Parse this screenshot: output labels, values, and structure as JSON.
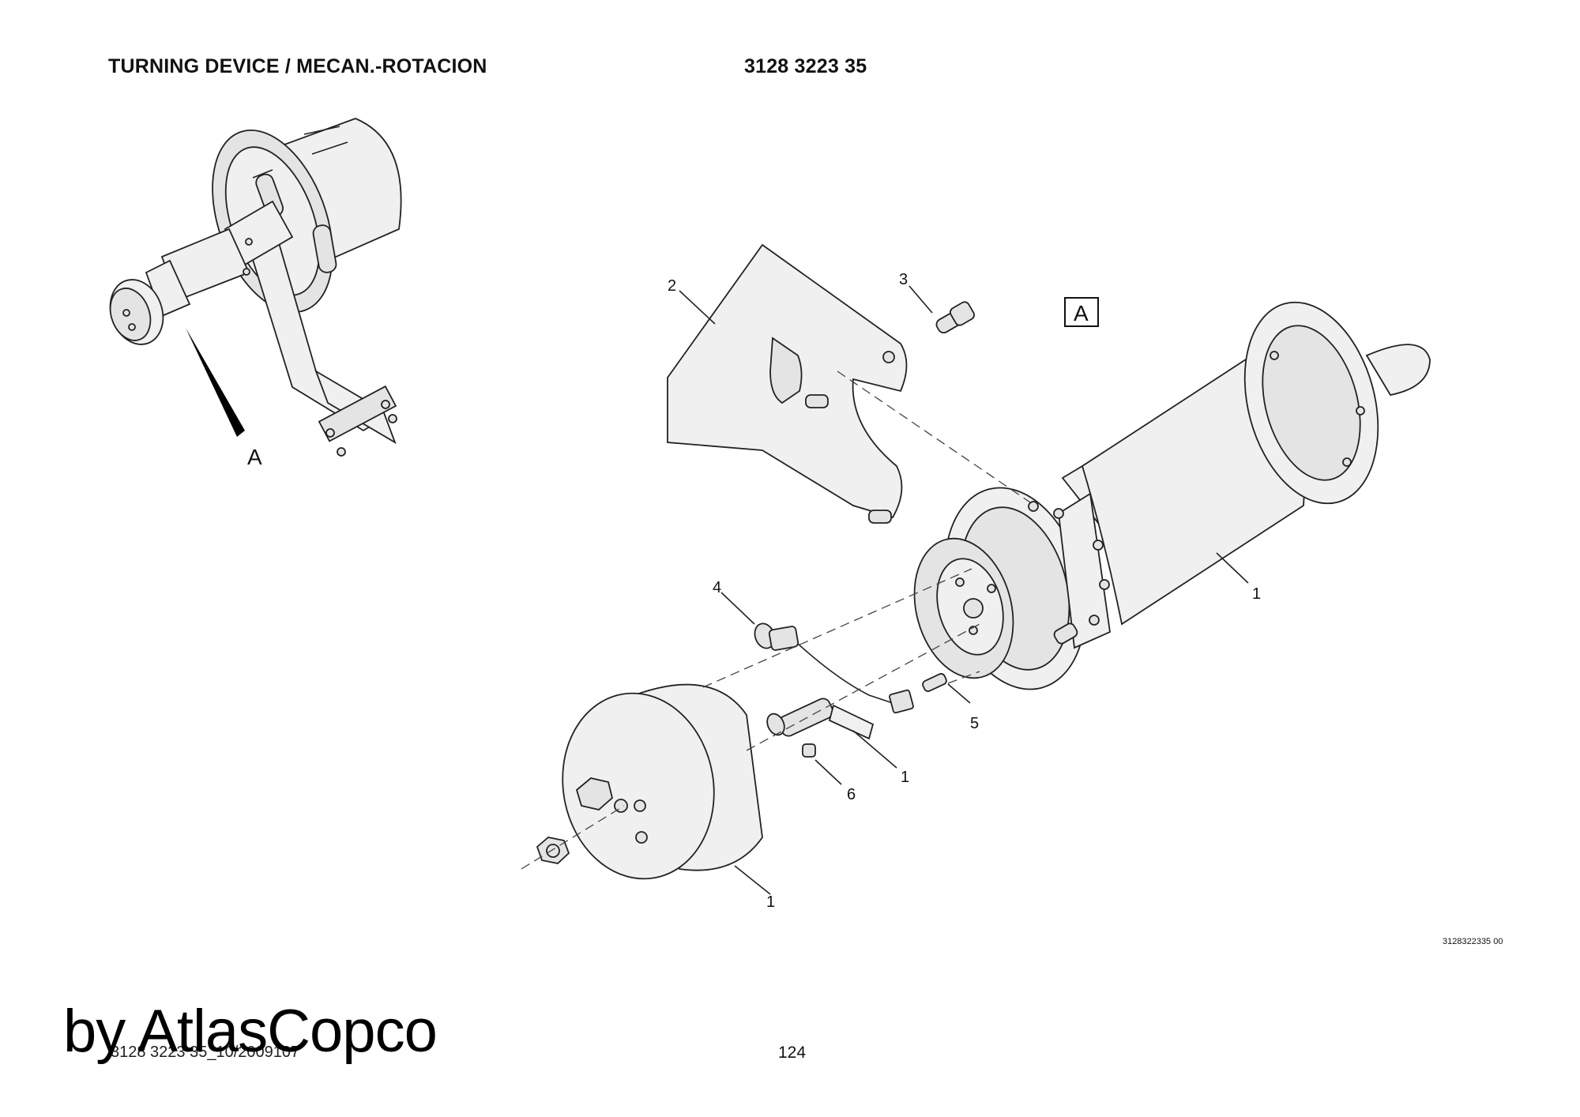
{
  "header": {
    "title": "TURNING DEVICE / MECAN.-ROTACION",
    "part_number": "3128 3223 35"
  },
  "view_marker": "A",
  "view_marker_boxed": "A",
  "callouts": {
    "c1a": "1",
    "c1b": "1",
    "c1c": "1",
    "c2": "2",
    "c3": "3",
    "c4": "4",
    "c5": "5",
    "c6": "6"
  },
  "figure_code": "3128322335 00",
  "footer": {
    "doc_code": "3128 3223 35_10/2009107",
    "page": "124",
    "watermark": "by AtlasCopco"
  }
}
